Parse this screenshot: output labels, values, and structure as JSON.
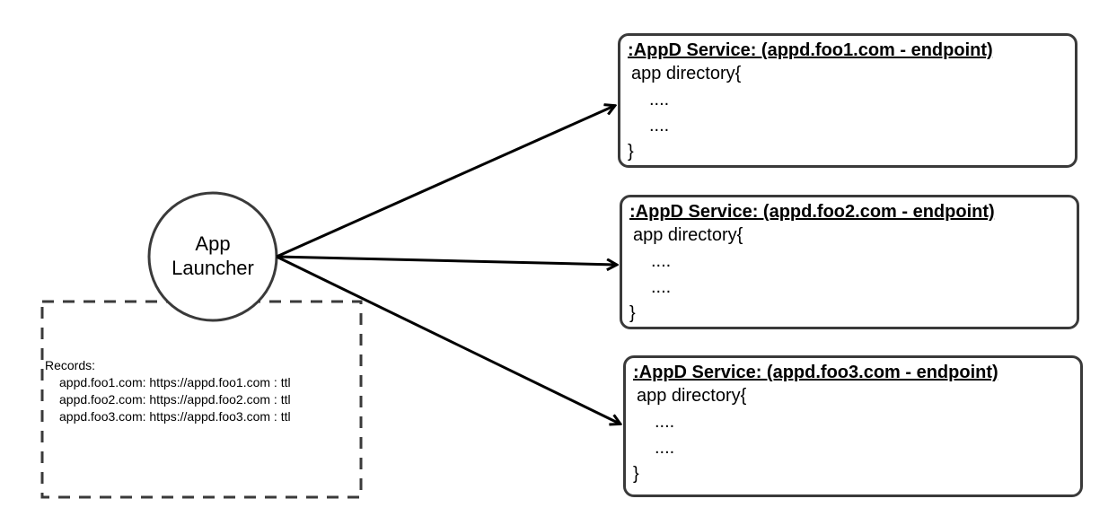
{
  "launcher": {
    "line1": "App",
    "line2": "Launcher"
  },
  "records": {
    "heading": "Records:",
    "items": [
      "appd.foo1.com: https://appd.foo1.com : ttl",
      "appd.foo2.com: https://appd.foo2.com : ttl",
      "appd.foo3.com: https://appd.foo3.com : ttl"
    ]
  },
  "services": [
    {
      "title": ":AppD Service: (appd.foo1.com - endpoint)",
      "open": "app directory{",
      "item1": "....",
      "item2": "....",
      "close": "}"
    },
    {
      "title": ":AppD Service: (appd.foo2.com - endpoint)",
      "open": "app directory{",
      "item1": "....",
      "item2": "....",
      "close": "}"
    },
    {
      "title": ":AppD Service: (appd.foo3.com - endpoint)",
      "open": "app directory{",
      "item1": "....",
      "item2": "....",
      "close": "}"
    }
  ],
  "colors": {
    "stroke": "#3a3a3a",
    "arrow": "#000000"
  }
}
